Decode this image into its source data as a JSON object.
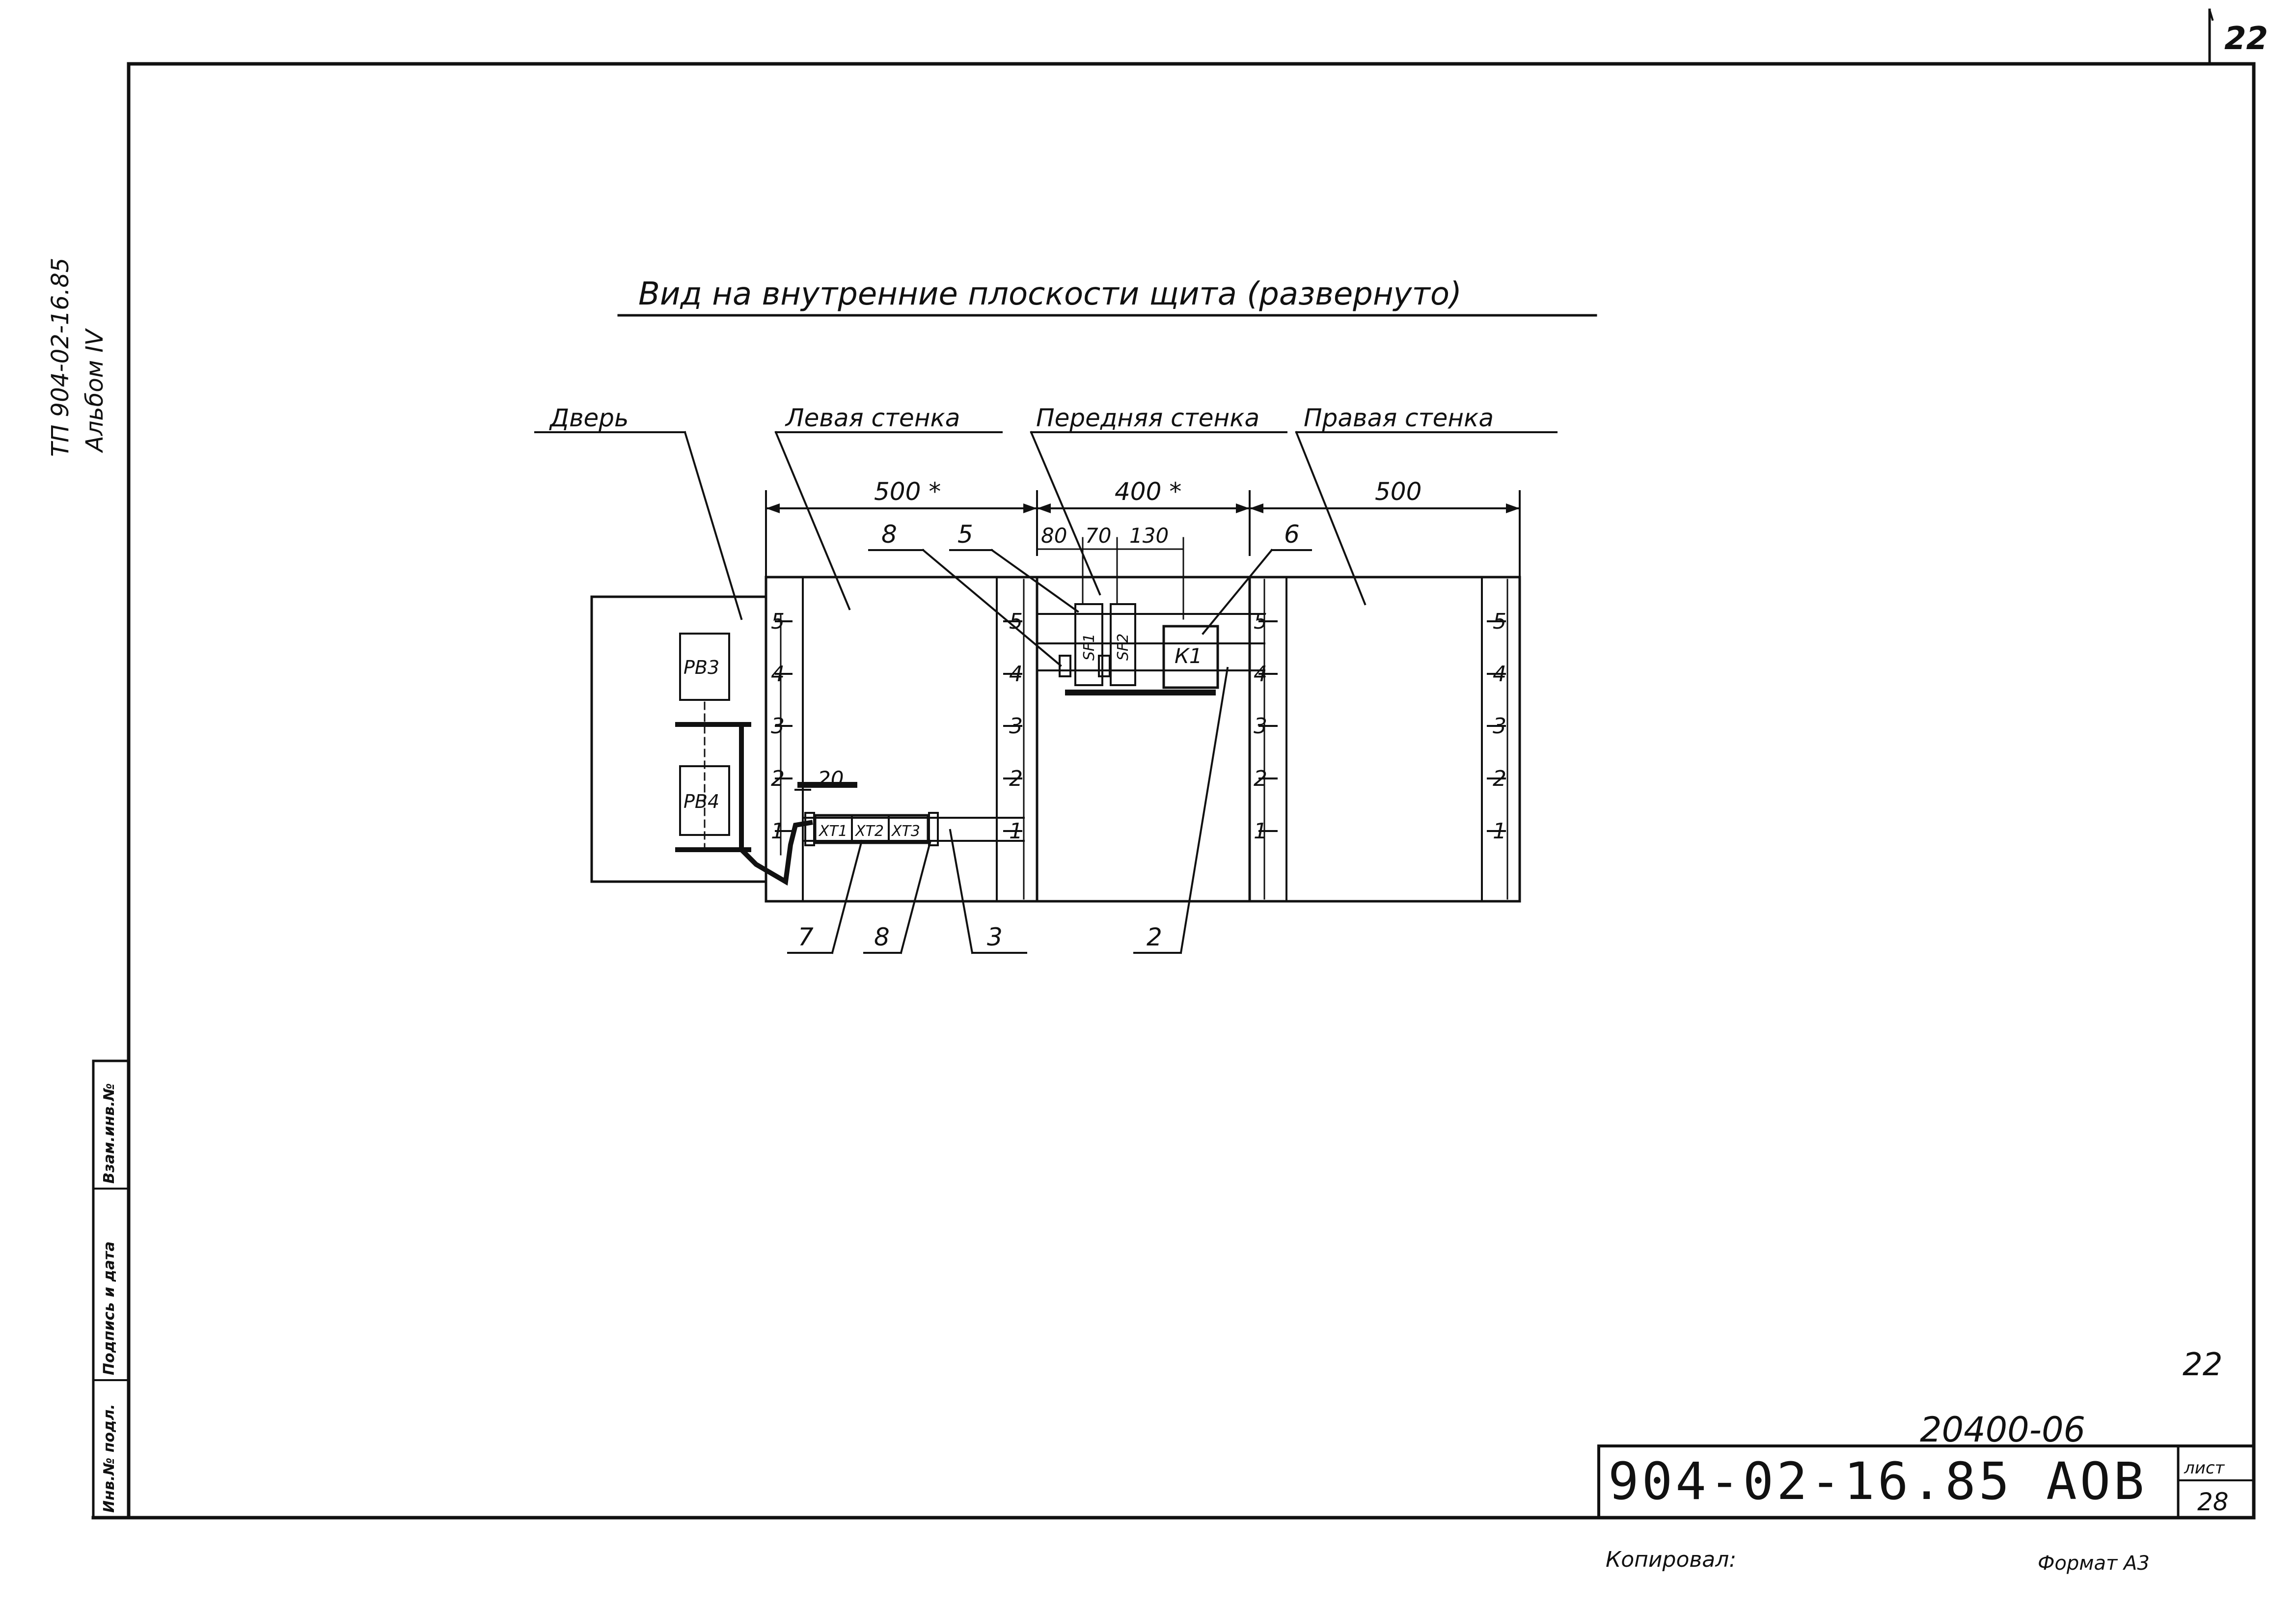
{
  "sheet": {
    "page_corner": "22",
    "side_caption_line1": "ТП 904-02-16.85",
    "side_caption_line2": "Альбом IV",
    "stamp_cells": [
      "Инв.№ подл.",
      "Подпись и дата",
      "Взам.инв.№"
    ],
    "mark_22": "22",
    "archive_number": "20400-06",
    "document_code": "904-02-16.85   АОВ",
    "sheet_label": "лист",
    "sheet_number": "28",
    "copied_by": "Копировал:",
    "format": "Формат А3"
  },
  "drawing": {
    "title": "Вид на внутренние  плоскости щита (развернуто)",
    "section_labels": {
      "door": "Дверь",
      "left_wall": "Левая стенка",
      "front_wall": "Передняя стенка",
      "right_wall": "Правая стенка"
    },
    "dimensions": {
      "left_width": "500 *",
      "front_width": "400 *",
      "right_width": "500",
      "front_sub": [
        "80",
        "70",
        "130"
      ],
      "offset_20": "20"
    },
    "scale_marks": [
      "5",
      "4",
      "3",
      "2",
      "1"
    ],
    "devices": {
      "door_top": "РВ3",
      "door_bottom": "РВ4",
      "contactor": "К1",
      "terminals": [
        "ХТ1",
        "ХТ2",
        "ХТ3"
      ],
      "breakers": [
        "SF1",
        "SF2"
      ]
    },
    "callouts": {
      "top_8": "8",
      "top_5": "5",
      "top_6": "6",
      "bottom_7": "7",
      "bottom_8": "8",
      "bottom_3": "3",
      "bottom_2": "2"
    }
  }
}
